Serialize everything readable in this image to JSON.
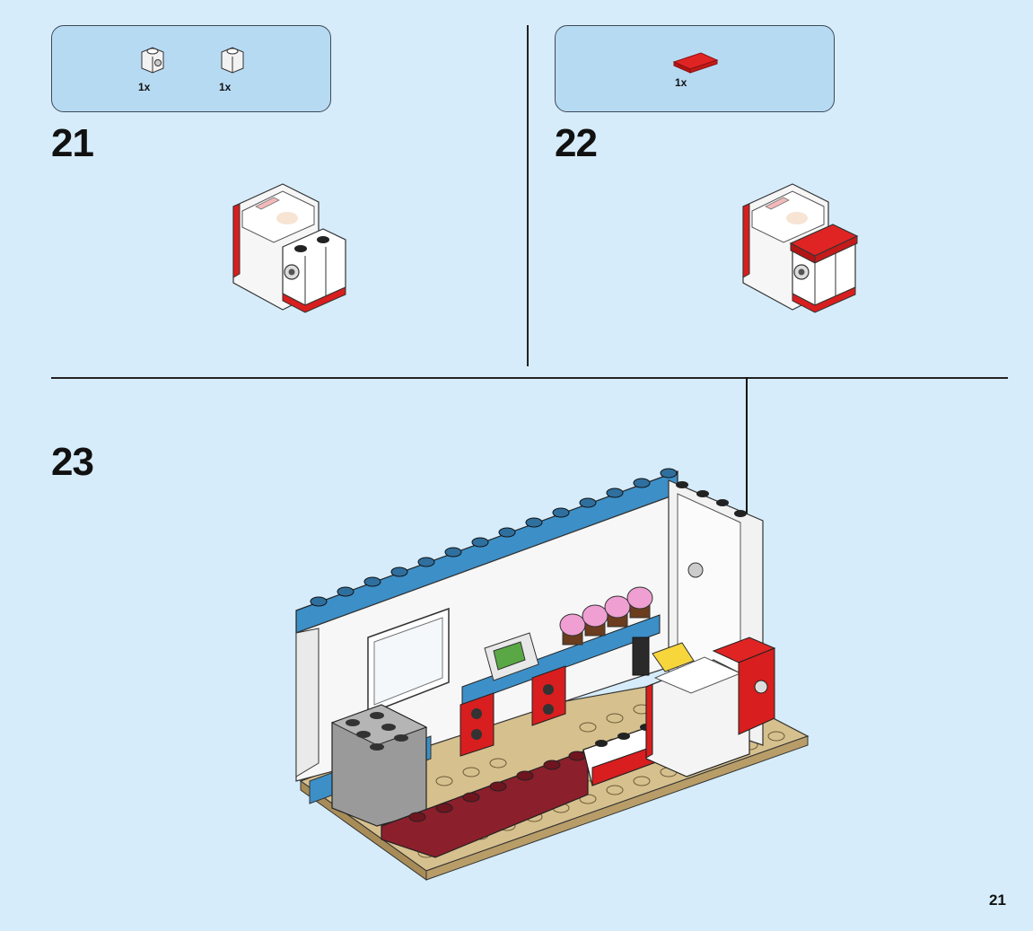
{
  "page_number": "21",
  "steps": [
    {
      "number": "21",
      "parts": [
        {
          "qty": "1x",
          "part": "white-1x1-brick-with-headlight-icon"
        },
        {
          "qty": "1x",
          "part": "white-1x1-brick-icon"
        }
      ]
    },
    {
      "number": "22",
      "parts": [
        {
          "qty": "1x",
          "part": "red-1x2-tile-icon"
        }
      ]
    },
    {
      "number": "23",
      "parts": []
    }
  ],
  "colors": {
    "background": "#d6ecfa",
    "parts_box": "#b7daf3",
    "red": "#d81e1e",
    "blue": "#3d8fc7",
    "tan": "#d6c08e"
  }
}
